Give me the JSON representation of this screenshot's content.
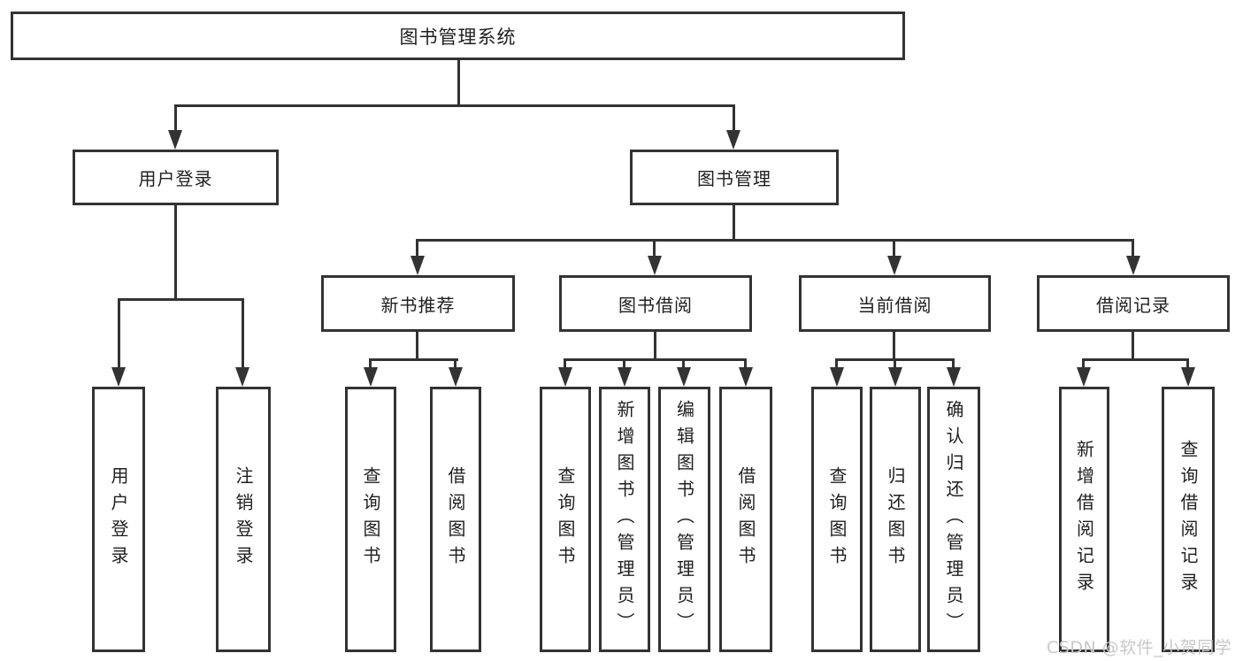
{
  "diagram": {
    "root": {
      "label": "图书管理系统"
    },
    "level2": [
      {
        "label": "用户登录"
      },
      {
        "label": "图书管理"
      }
    ],
    "level3": [
      {
        "label": "新书推荐"
      },
      {
        "label": "图书借阅"
      },
      {
        "label": "当前借阅"
      },
      {
        "label": "借阅记录"
      }
    ],
    "leaves": {
      "user_login": [
        "用户登录",
        "注销登录"
      ],
      "new_book": [
        "查询图书",
        "借阅图书"
      ],
      "borrow": [
        "查询图书",
        "新增图书（管理员）",
        "编辑图书（管理员）",
        "借阅图书"
      ],
      "current": [
        "查询图书",
        "归还图书",
        "确认归还（管理员）"
      ],
      "records": [
        "新增借阅记录",
        "查询借阅记录"
      ]
    }
  },
  "watermark": "CSDN @软件_小贺同学",
  "colors": {
    "border": "#333333",
    "line": "#333333",
    "text": "#1f1f1f",
    "watermark": "#c8c8c8",
    "background": "#ffffff"
  }
}
